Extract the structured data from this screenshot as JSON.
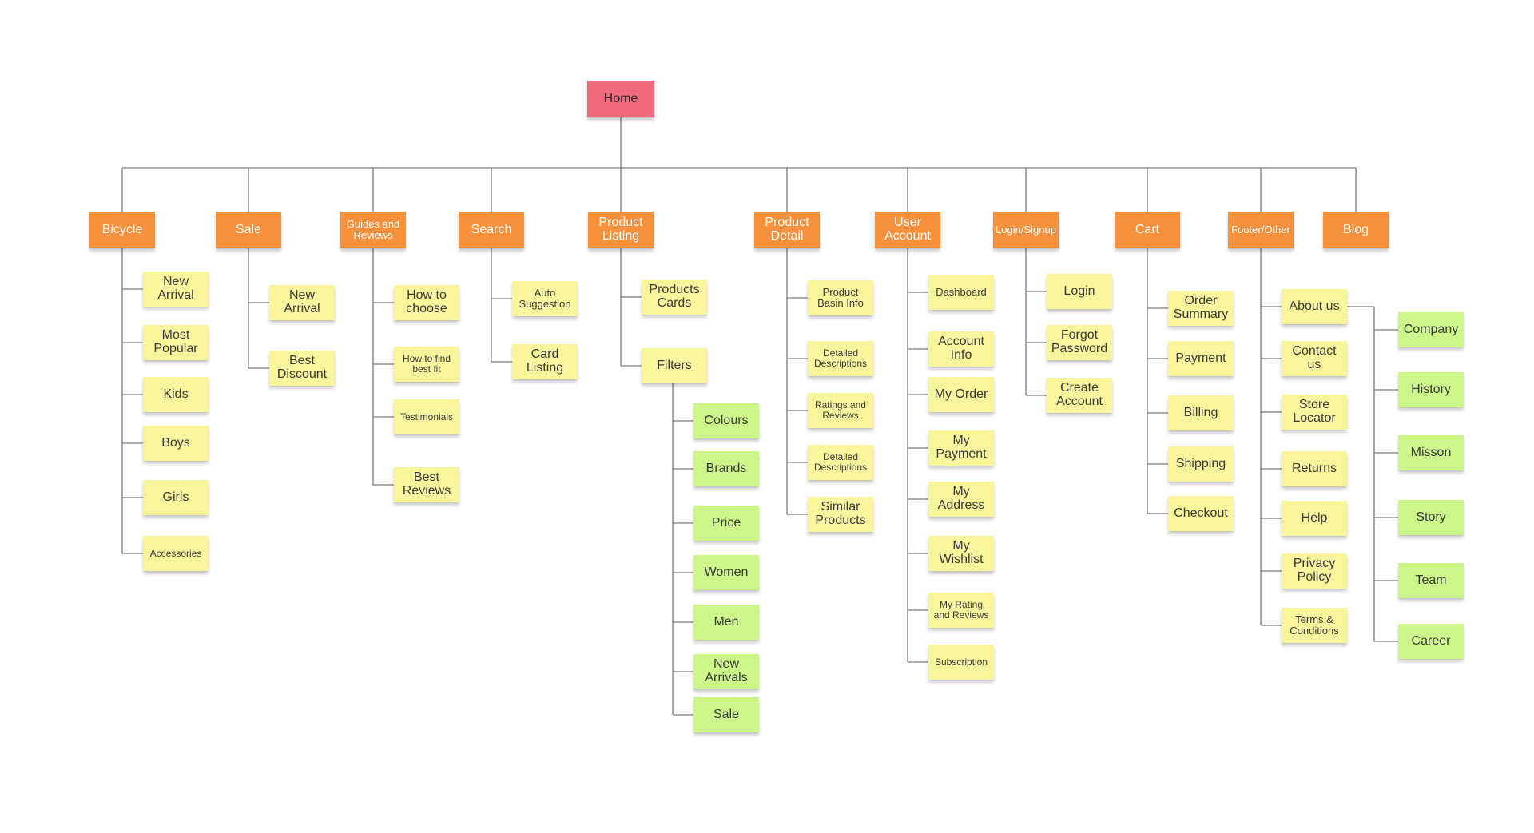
{
  "colors": {
    "root": "#ef6b7d",
    "category": "#f7913d",
    "leaf": "#f8f59c",
    "sub_leaf": "#ccf58a",
    "connector": "#7a7a7a"
  },
  "root": {
    "label": "Home"
  },
  "categories": [
    {
      "label": "Bicycle",
      "children": [
        "New\nArrival",
        "Most\nPopular",
        "Kids",
        "Boys",
        "Girls",
        "Accessories"
      ]
    },
    {
      "label": "Sale",
      "children": [
        "New\nArrival",
        "Best\nDiscount"
      ]
    },
    {
      "label": "Guides and\nReviews",
      "children": [
        "How to\nchoose",
        "How to find\nbest fit",
        "Testimonials",
        "Best\nReviews"
      ]
    },
    {
      "label": "Search",
      "children": [
        "Auto\nSuggestion",
        "Card\nListing"
      ]
    },
    {
      "label": "Product\nListing",
      "children": [
        "Products\nCards",
        "Filters"
      ],
      "sub_children": {
        "parent": "Filters",
        "items": [
          "Colours",
          "Brands",
          "Price",
          "Women",
          "Men",
          "New\nArrivals",
          "Sale"
        ]
      }
    },
    {
      "label": "Product\nDetail",
      "children": [
        "Product\nBasin Info",
        "Detailed\nDescriptions",
        "Ratings and\nReviews",
        "Detailed\nDescriptions",
        "Similar\nProducts"
      ]
    },
    {
      "label": "User\nAccount",
      "children": [
        "Dashboard",
        "Account\nInfo",
        "My Order",
        "My\nPayment",
        "My\nAddress",
        "My\nWishlist",
        "My Rating\nand Reviews",
        "Subscription"
      ]
    },
    {
      "label": "Login/Signup",
      "children": [
        "Login",
        "Forgot\nPassword",
        "Create\nAccount"
      ]
    },
    {
      "label": "Cart",
      "children": [
        "Order\nSummary",
        "Payment",
        "Billing",
        "Shipping",
        "Checkout"
      ]
    },
    {
      "label": "Footer/Other",
      "children": [
        "About us",
        "Contact\nus",
        "Store\nLocator",
        "Returns",
        "Help",
        "Privacy\nPolicy",
        "Terms &\nConditions"
      ],
      "sub_children": {
        "parent": "About us",
        "items": [
          "Company",
          "History",
          "Misson",
          "Story",
          "Team",
          "Career"
        ]
      }
    },
    {
      "label": "Blog",
      "children": []
    }
  ]
}
